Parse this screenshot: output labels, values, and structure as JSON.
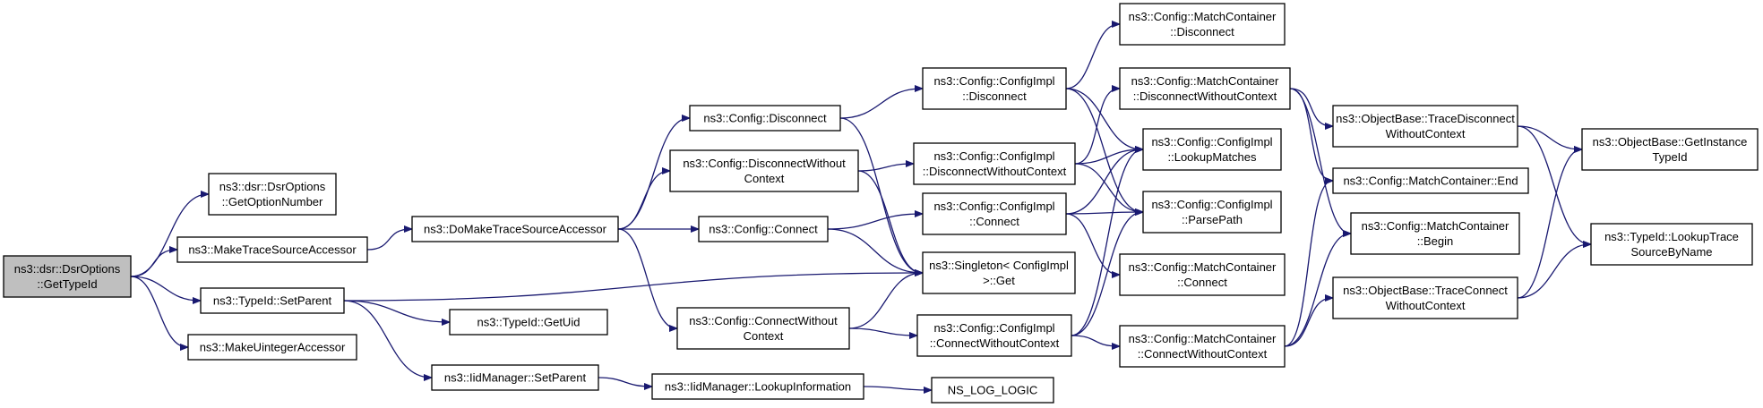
{
  "colors": {
    "edge": "#191970",
    "root_fill": "#bfbfbf",
    "node_fill": "#ffffff",
    "node_border": "#000000"
  },
  "nodes": [
    {
      "id": "root",
      "lines": [
        "ns3::dsr::DsrOptions",
        "::GetTypeId"
      ],
      "root": true
    },
    {
      "id": "getoptnum",
      "lines": [
        "ns3::dsr::DsrOptions",
        "::GetOptionNumber"
      ]
    },
    {
      "id": "maketrace",
      "lines": [
        "ns3::MakeTraceSourceAccessor"
      ]
    },
    {
      "id": "setparent",
      "lines": [
        "ns3::TypeId::SetParent"
      ]
    },
    {
      "id": "makeuint",
      "lines": [
        "ns3::MakeUintegerAccessor"
      ]
    },
    {
      "id": "domake",
      "lines": [
        "ns3::DoMakeTraceSourceAccessor"
      ]
    },
    {
      "id": "getuid",
      "lines": [
        "ns3::TypeId::GetUid"
      ]
    },
    {
      "id": "iidsetparent",
      "lines": [
        "ns3::IidManager::SetParent"
      ]
    },
    {
      "id": "cfgdisconnect",
      "lines": [
        "ns3::Config::Disconnect"
      ]
    },
    {
      "id": "cfgdiscnoctx",
      "lines": [
        "ns3::Config::DisconnectWithout",
        "Context"
      ]
    },
    {
      "id": "cfgconnect",
      "lines": [
        "ns3::Config::Connect"
      ]
    },
    {
      "id": "cfgconnnoctx",
      "lines": [
        "ns3::Config::ConnectWithout",
        "Context"
      ]
    },
    {
      "id": "lookupinfo",
      "lines": [
        "ns3::IidManager::LookupInformation"
      ]
    },
    {
      "id": "impldisconnect",
      "lines": [
        "ns3::Config::ConfigImpl",
        "::Disconnect"
      ]
    },
    {
      "id": "impldiscnoctx",
      "lines": [
        "ns3::Config::ConfigImpl",
        "::DisconnectWithoutContext"
      ]
    },
    {
      "id": "implconnect",
      "lines": [
        "ns3::Config::ConfigImpl",
        "::Connect"
      ]
    },
    {
      "id": "singleton",
      "lines": [
        "ns3::Singleton< ConfigImpl",
        " >::Get"
      ]
    },
    {
      "id": "implconnnoctx",
      "lines": [
        "ns3::Config::ConfigImpl",
        "::ConnectWithoutContext"
      ]
    },
    {
      "id": "nslog",
      "lines": [
        "NS_LOG_LOGIC"
      ]
    },
    {
      "id": "mcdisconnect",
      "lines": [
        "ns3::Config::MatchContainer",
        "::Disconnect"
      ]
    },
    {
      "id": "mcdiscnoctx",
      "lines": [
        "ns3::Config::MatchContainer",
        "::DisconnectWithoutContext"
      ]
    },
    {
      "id": "lookupmatches",
      "lines": [
        "ns3::Config::ConfigImpl",
        "::LookupMatches"
      ]
    },
    {
      "id": "parsepath",
      "lines": [
        "ns3::Config::ConfigImpl",
        "::ParsePath"
      ]
    },
    {
      "id": "mcconnect",
      "lines": [
        "ns3::Config::MatchContainer",
        "::Connect"
      ]
    },
    {
      "id": "mcconnnoctx",
      "lines": [
        "ns3::Config::MatchContainer",
        "::ConnectWithoutContext"
      ]
    },
    {
      "id": "tracediscnoctx",
      "lines": [
        "ns3::ObjectBase::TraceDisconnect",
        "WithoutContext"
      ]
    },
    {
      "id": "mcend",
      "lines": [
        "ns3::Config::MatchContainer::End"
      ]
    },
    {
      "id": "mcbegin",
      "lines": [
        "ns3::Config::MatchContainer",
        "::Begin"
      ]
    },
    {
      "id": "traceconnnoctx",
      "lines": [
        "ns3::ObjectBase::TraceConnect",
        "WithoutContext"
      ]
    },
    {
      "id": "getinstance",
      "lines": [
        "ns3::ObjectBase::GetInstance",
        "TypeId"
      ]
    },
    {
      "id": "lookuptrace",
      "lines": [
        "ns3::TypeId::LookupTrace",
        "SourceByName"
      ]
    }
  ],
  "edges": [
    [
      "root",
      "getoptnum"
    ],
    [
      "root",
      "maketrace"
    ],
    [
      "root",
      "setparent"
    ],
    [
      "root",
      "makeuint"
    ],
    [
      "maketrace",
      "domake"
    ],
    [
      "setparent",
      "singleton"
    ],
    [
      "setparent",
      "getuid"
    ],
    [
      "setparent",
      "iidsetparent"
    ],
    [
      "iidsetparent",
      "lookupinfo"
    ],
    [
      "lookupinfo",
      "nslog"
    ],
    [
      "domake",
      "cfgdisconnect"
    ],
    [
      "domake",
      "cfgdiscnoctx"
    ],
    [
      "domake",
      "cfgconnect"
    ],
    [
      "domake",
      "cfgconnnoctx"
    ],
    [
      "cfgdisconnect",
      "impldisconnect"
    ],
    [
      "cfgdisconnect",
      "singleton"
    ],
    [
      "cfgdiscnoctx",
      "impldiscnoctx"
    ],
    [
      "cfgdiscnoctx",
      "singleton"
    ],
    [
      "cfgconnect",
      "implconnect"
    ],
    [
      "cfgconnect",
      "singleton"
    ],
    [
      "cfgconnnoctx",
      "singleton"
    ],
    [
      "cfgconnnoctx",
      "implconnnoctx"
    ],
    [
      "impldisconnect",
      "mcdisconnect"
    ],
    [
      "impldisconnect",
      "lookupmatches"
    ],
    [
      "impldisconnect",
      "parsepath"
    ],
    [
      "impldiscnoctx",
      "mcdiscnoctx"
    ],
    [
      "impldiscnoctx",
      "lookupmatches"
    ],
    [
      "impldiscnoctx",
      "parsepath"
    ],
    [
      "implconnect",
      "lookupmatches"
    ],
    [
      "implconnect",
      "parsepath"
    ],
    [
      "implconnect",
      "mcconnect"
    ],
    [
      "implconnnoctx",
      "lookupmatches"
    ],
    [
      "implconnnoctx",
      "parsepath"
    ],
    [
      "implconnnoctx",
      "mcconnnoctx"
    ],
    [
      "mcdiscnoctx",
      "tracediscnoctx"
    ],
    [
      "mcdiscnoctx",
      "mcend"
    ],
    [
      "mcdiscnoctx",
      "mcbegin"
    ],
    [
      "mcconnnoctx",
      "mcend"
    ],
    [
      "mcconnnoctx",
      "mcbegin"
    ],
    [
      "mcconnnoctx",
      "traceconnnoctx"
    ],
    [
      "tracediscnoctx",
      "getinstance"
    ],
    [
      "tracediscnoctx",
      "lookuptrace"
    ],
    [
      "traceconnnoctx",
      "getinstance"
    ],
    [
      "traceconnnoctx",
      "lookuptrace"
    ]
  ]
}
